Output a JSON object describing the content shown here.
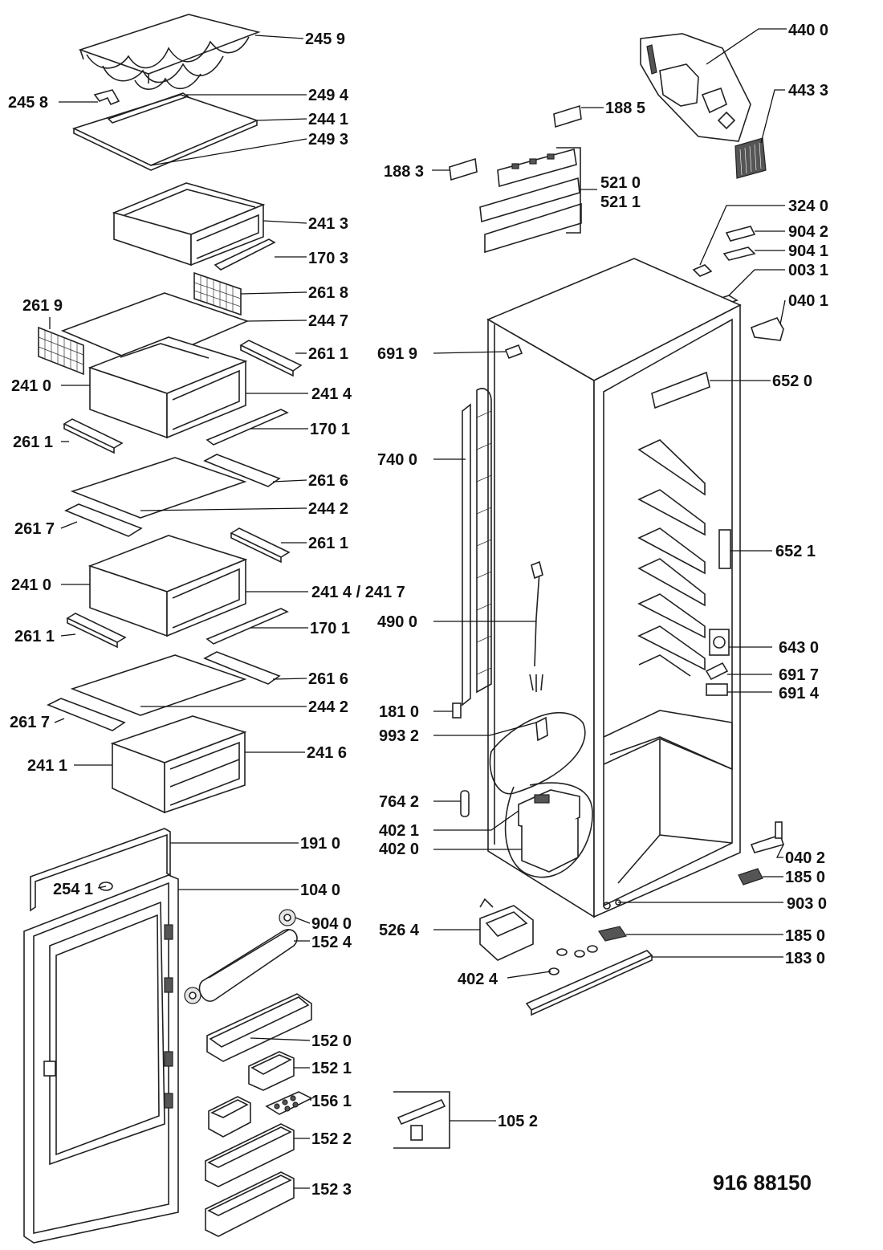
{
  "document_number": "916 88150",
  "colors": {
    "line": "#111111",
    "part_stroke": "#222222",
    "background": "#ffffff"
  },
  "labels": [
    {
      "id": "l2459",
      "text": "245 9"
    },
    {
      "id": "l2458",
      "text": "245 8"
    },
    {
      "id": "l2494",
      "text": "249 4"
    },
    {
      "id": "l2441",
      "text": "244 1"
    },
    {
      "id": "l2493",
      "text": "249 3"
    },
    {
      "id": "l2413",
      "text": "241 3"
    },
    {
      "id": "l1703",
      "text": "170 3"
    },
    {
      "id": "l2618",
      "text": "261 8"
    },
    {
      "id": "l2619",
      "text": "261 9"
    },
    {
      "id": "l2447",
      "text": "244 7"
    },
    {
      "id": "l2611a",
      "text": "261 1"
    },
    {
      "id": "l2410a",
      "text": "241 0"
    },
    {
      "id": "l2414",
      "text": "241 4"
    },
    {
      "id": "l2611b",
      "text": "261 1"
    },
    {
      "id": "l1701a",
      "text": "170 1"
    },
    {
      "id": "l2616a",
      "text": "261 6"
    },
    {
      "id": "l2442a",
      "text": "244 2"
    },
    {
      "id": "l2617a",
      "text": "261 7"
    },
    {
      "id": "l2611c",
      "text": "261 1"
    },
    {
      "id": "l2410b",
      "text": "241 0"
    },
    {
      "id": "l24142417",
      "text": "241 4 / 241 7"
    },
    {
      "id": "l2611d",
      "text": "261 1"
    },
    {
      "id": "l1701b",
      "text": "170 1"
    },
    {
      "id": "l2616b",
      "text": "261 6"
    },
    {
      "id": "l2442b",
      "text": "244 2"
    },
    {
      "id": "l2617b",
      "text": "261 7"
    },
    {
      "id": "l2411",
      "text": "241 1"
    },
    {
      "id": "l2416",
      "text": "241 6"
    },
    {
      "id": "l1910",
      "text": "191 0"
    },
    {
      "id": "l2541",
      "text": "254 1"
    },
    {
      "id": "l1040",
      "text": "104 0"
    },
    {
      "id": "l9040",
      "text": "904 0"
    },
    {
      "id": "l1524",
      "text": "152 4"
    },
    {
      "id": "l1520",
      "text": "152 0"
    },
    {
      "id": "l1521",
      "text": "152 1"
    },
    {
      "id": "l1561",
      "text": "156 1"
    },
    {
      "id": "l1522",
      "text": "152 2"
    },
    {
      "id": "l1523",
      "text": "152 3"
    },
    {
      "id": "l1052",
      "text": "105 2"
    },
    {
      "id": "l4400",
      "text": "440 0"
    },
    {
      "id": "l4433",
      "text": "443 3"
    },
    {
      "id": "l1885",
      "text": "188 5"
    },
    {
      "id": "l1883",
      "text": "188 3"
    },
    {
      "id": "l5210",
      "text": "521 0"
    },
    {
      "id": "l5211",
      "text": "521 1"
    },
    {
      "id": "l3240",
      "text": "324 0"
    },
    {
      "id": "l9042",
      "text": "904 2"
    },
    {
      "id": "l9041",
      "text": "904 1"
    },
    {
      "id": "l0031",
      "text": "003 1"
    },
    {
      "id": "l0401",
      "text": "040 1"
    },
    {
      "id": "l6919",
      "text": "691 9"
    },
    {
      "id": "l6520",
      "text": "652 0"
    },
    {
      "id": "l7400",
      "text": "740 0"
    },
    {
      "id": "l6521",
      "text": "652 1"
    },
    {
      "id": "l4900",
      "text": "490 0"
    },
    {
      "id": "l6430",
      "text": "643 0"
    },
    {
      "id": "l6917",
      "text": "691 7"
    },
    {
      "id": "l6914",
      "text": "691 4"
    },
    {
      "id": "l1810",
      "text": "181 0"
    },
    {
      "id": "l9932",
      "text": "993 2"
    },
    {
      "id": "l7642",
      "text": "764 2"
    },
    {
      "id": "l4021",
      "text": "402 1"
    },
    {
      "id": "l4020",
      "text": "402 0"
    },
    {
      "id": "l0402",
      "text": "040 2"
    },
    {
      "id": "l1850a",
      "text": "185 0"
    },
    {
      "id": "l9030",
      "text": "903 0"
    },
    {
      "id": "l5264",
      "text": "526 4"
    },
    {
      "id": "l1850b",
      "text": "185 0"
    },
    {
      "id": "l1830",
      "text": "183 0"
    },
    {
      "id": "l4024",
      "text": "402 4"
    }
  ]
}
